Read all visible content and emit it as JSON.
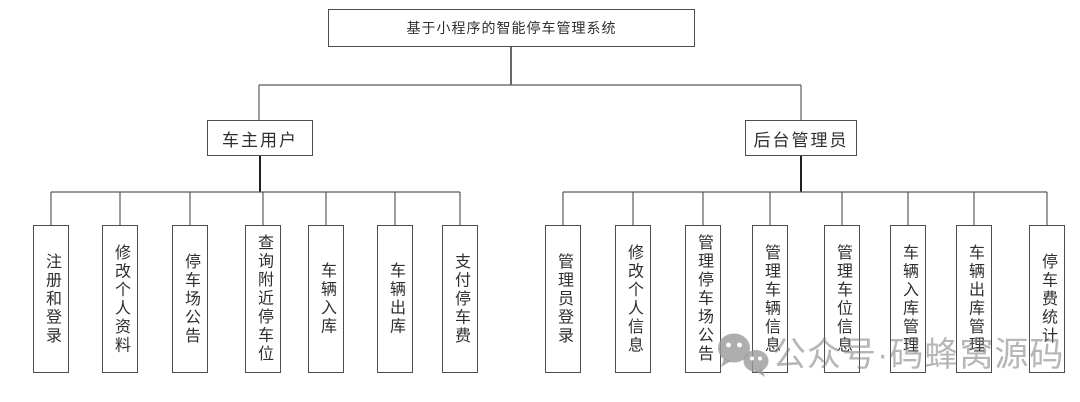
{
  "chart": {
    "root": "基于小程序的智能停车管理系统",
    "branches": [
      {
        "label": "车主用户",
        "children": [
          "注册和登录",
          "修改个人资料",
          "停车场公告",
          "查询附近停车位",
          "车辆入库",
          "车辆出库",
          "支付停车费"
        ]
      },
      {
        "label": "后台管理员",
        "children": [
          "管理员登录",
          "修改个人信息",
          "管理停车场公告",
          "管理车辆信息",
          "管理车位信息",
          "车辆入库管理",
          "车辆出库管理",
          "停车费统计"
        ]
      }
    ]
  },
  "watermark": {
    "icon": "wechat-icon",
    "text": "公众号·码蜂窝源码"
  },
  "colors": {
    "background": "#ffffff",
    "box_border": "#4d4d4d",
    "connector_line": "#5a5a5a",
    "stem_line": "#1f1f1f",
    "text": "#2f2f2f",
    "watermark_gray": "#7a7a7a"
  }
}
